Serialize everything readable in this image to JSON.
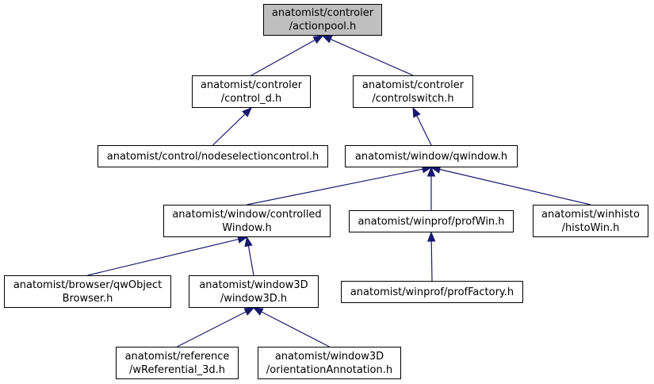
{
  "colors": {
    "edge": "#191970",
    "root_fill": "#bfbfbf",
    "node_fill": "#ffffff",
    "border": "#000000"
  },
  "nodes": {
    "actionpool": {
      "line1": "anatomist/controler",
      "line2": "/actionpool.h"
    },
    "control_d": {
      "line1": "anatomist/controler",
      "line2": "/control_d.h"
    },
    "controlswitch": {
      "line1": "anatomist/controler",
      "line2": "/controlswitch.h"
    },
    "nodeselectioncontrol": {
      "line1": "anatomist/control/nodeselectioncontrol.h"
    },
    "qwindow": {
      "line1": "anatomist/window/qwindow.h"
    },
    "controlledwindow": {
      "line1": "anatomist/window/controlled",
      "line2": "Window.h"
    },
    "profwin": {
      "line1": "anatomist/winprof/profWin.h"
    },
    "histowin": {
      "line1": "anatomist/winhisto",
      "line2": "/histoWin.h"
    },
    "qwobjectbrowser": {
      "line1": "anatomist/browser/qwObject",
      "line2": "Browser.h"
    },
    "window3d": {
      "line1": "anatomist/window3D",
      "line2": "/window3D.h"
    },
    "proffactory": {
      "line1": "anatomist/winprof/profFactory.h"
    },
    "wreferential3d": {
      "line1": "anatomist/reference",
      "line2": "/wReferential_3d.h"
    },
    "orientationannotation": {
      "line1": "anatomist/window3D",
      "line2": "/orientationAnnotation.h"
    }
  },
  "edges": [
    {
      "from": "control_d",
      "to": "actionpool"
    },
    {
      "from": "controlswitch",
      "to": "actionpool"
    },
    {
      "from": "nodeselectioncontrol",
      "to": "control_d"
    },
    {
      "from": "qwindow",
      "to": "controlswitch"
    },
    {
      "from": "controlledwindow",
      "to": "qwindow"
    },
    {
      "from": "profwin",
      "to": "qwindow"
    },
    {
      "from": "histowin",
      "to": "qwindow"
    },
    {
      "from": "qwobjectbrowser",
      "to": "controlledwindow"
    },
    {
      "from": "window3d",
      "to": "controlledwindow"
    },
    {
      "from": "proffactory",
      "to": "profwin"
    },
    {
      "from": "wreferential3d",
      "to": "window3d"
    },
    {
      "from": "orientationannotation",
      "to": "window3d"
    }
  ]
}
